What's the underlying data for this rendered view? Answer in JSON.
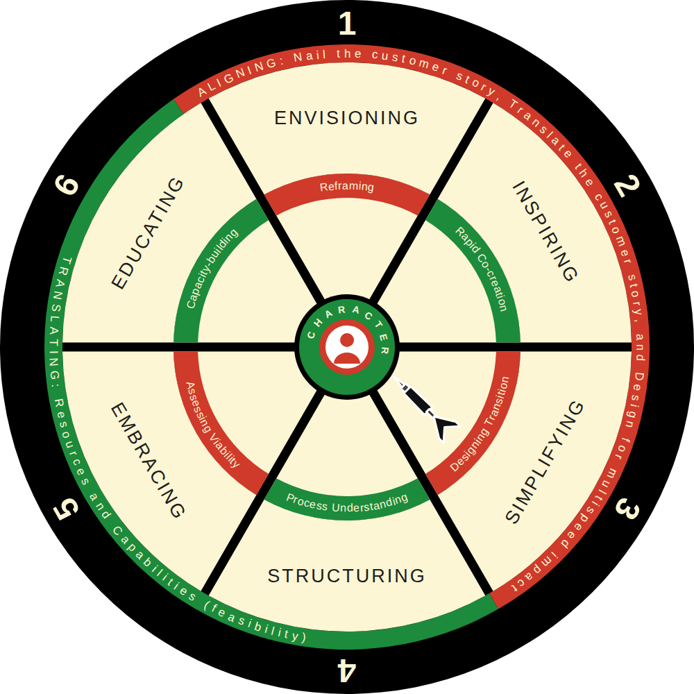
{
  "diagram": {
    "nodes": [
      {
        "text": [
          "ALIGNING: Nail the customer story, Translate the customer story, and Design for multispeed impact"
        ]
      },
      {
        "text": [
          "TRANSLATING: Resources and Capabilities (feasibility)"
        ]
      },
      {
        "text": [
          "ENVISIONING"
        ]
      },
      {
        "text": [
          "INSPIRING"
        ]
      },
      {
        "text": [
          "SIMPLIFYING"
        ]
      },
      {
        "text": [
          "STRUCTURING"
        ]
      },
      {
        "text": [
          "EMBRACING"
        ]
      },
      {
        "text": [
          "EDUCATING"
        ]
      },
      {
        "text": [
          "Reframing"
        ]
      },
      {
        "text": [
          "Rapid Co-creation"
        ]
      },
      {
        "text": [
          "Designing Transition"
        ]
      },
      {
        "text": [
          "Process Understanding"
        ]
      },
      {
        "text": [
          "Assessing Viability"
        ]
      },
      {
        "text": [
          "Capacity-building"
        ]
      },
      {
        "text": [
          "CHARACTER"
        ]
      }
    ],
    "labels": [
      "1",
      "2",
      "3",
      "4",
      "5",
      "6"
    ]
  }
}
